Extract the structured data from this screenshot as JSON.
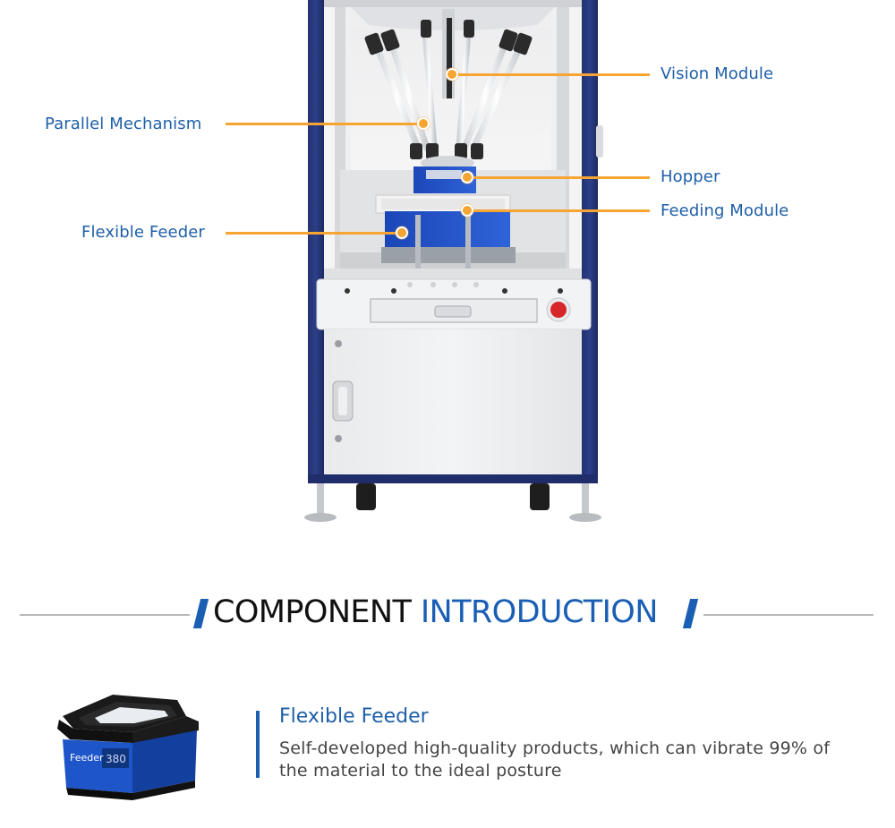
{
  "callouts": {
    "vision": "Vision Module",
    "parallel": "Parallel Mechanism",
    "hopper": "Hopper",
    "feeding": "Feeding Module",
    "flexible": "Flexible Feeder"
  },
  "section": {
    "title_part1": "COMPONENT",
    "title_part2": "INTRODUCTION"
  },
  "component": {
    "title": "Flexible Feeder",
    "description": "Self-developed high-quality products, which can vibrate 99% of the material to the ideal posture",
    "image_text_brand": "Feeder",
    "image_text_model": "380"
  },
  "colors": {
    "accent_blue": "#1a5fb4",
    "label_blue": "#1e5fa8",
    "callout_orange": "#f6a533",
    "frame_navy": "#1f2d6b"
  }
}
